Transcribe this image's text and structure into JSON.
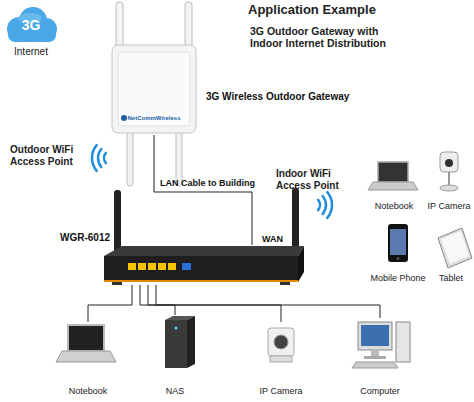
{
  "diagram": {
    "title": "Application Example",
    "nodes": [
      {
        "text": [
          "3G",
          "Internet"
        ]
      },
      {
        "text": [
          "NetCommWireless",
          "3G Wireless Outdoor Gateway"
        ]
      },
      {
        "text": [
          "Notebook"
        ]
      },
      {
        "text": [
          "IP Camera"
        ]
      },
      {
        "text": [
          "Mobile Phone"
        ]
      },
      {
        "text": [
          "Tablet"
        ]
      },
      {
        "text": [
          "WGR-6012",
          "WAN"
        ]
      },
      {
        "text": [
          "Notebook"
        ]
      },
      {
        "text": [
          "NAS"
        ]
      },
      {
        "text": [
          "IP Camera"
        ]
      },
      {
        "text": [
          "Computer"
        ]
      }
    ],
    "edges": [
      {
        "from": 1,
        "to": 6,
        "arrow": "none",
        "label": "LAN Cable to Building"
      },
      {
        "from": 6,
        "to": 7,
        "arrow": "none"
      },
      {
        "from": 6,
        "to": 8,
        "arrow": "none"
      },
      {
        "from": 6,
        "to": 9,
        "arrow": "none"
      },
      {
        "from": 6,
        "to": 10,
        "arrow": "none"
      }
    ],
    "labels": [
      "3G Outdoor Gateway with Indoor Internet Distribution",
      "Outdoor WiFi Access Point",
      "Indoor WiFi Access Point"
    ]
  }
}
